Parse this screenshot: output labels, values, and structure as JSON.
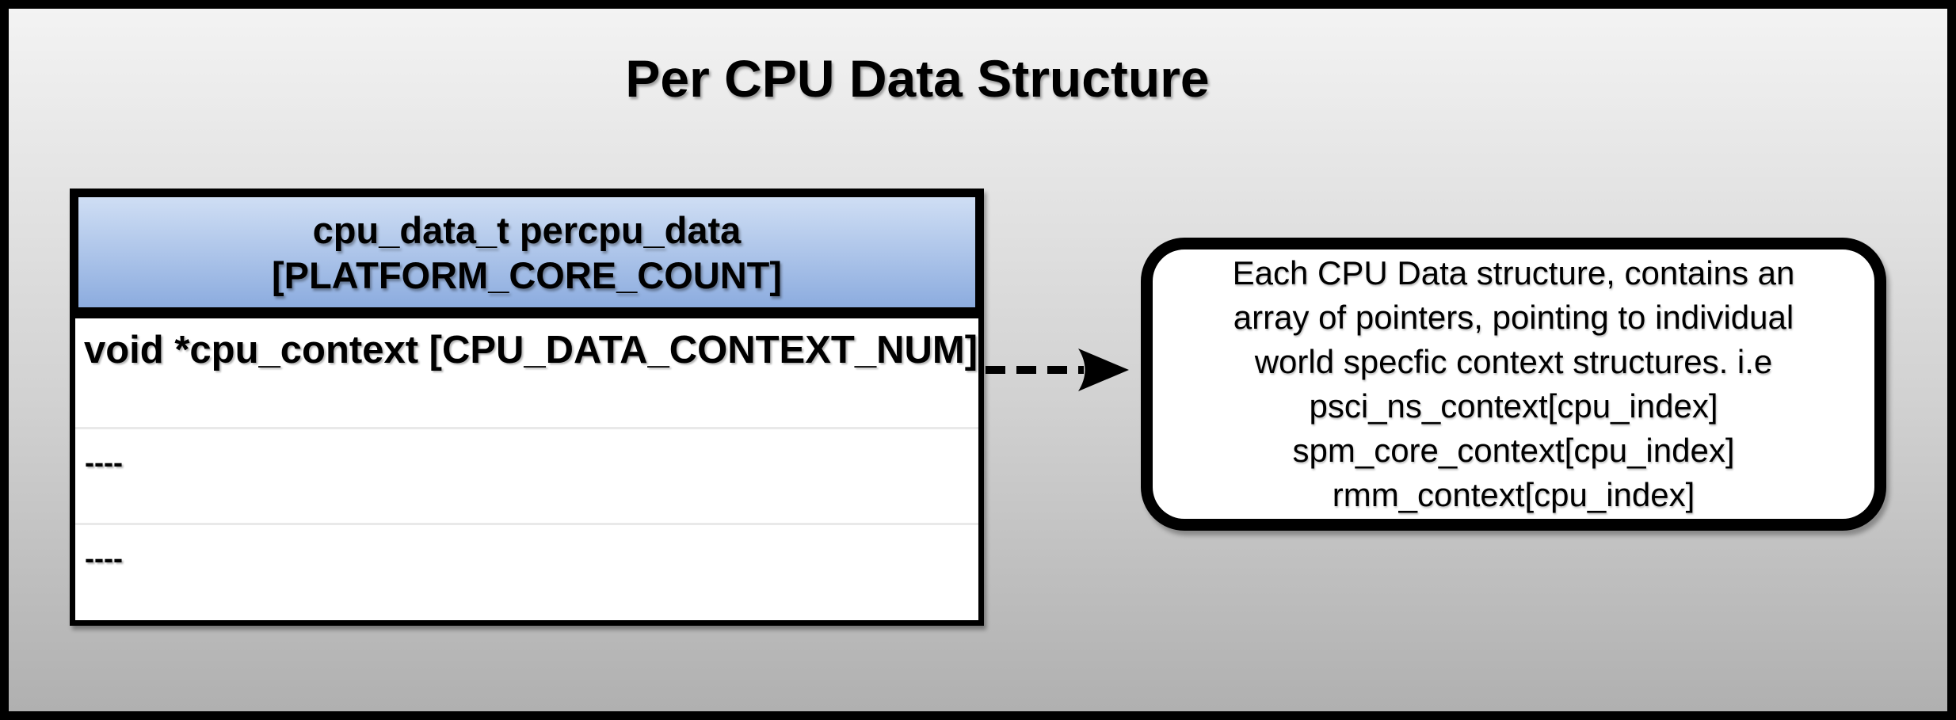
{
  "title": "Per CPU Data Structure",
  "table": {
    "header": {
      "line1": "cpu_data_t percpu_data",
      "line2": "[PLATFORM_CORE_COUNT]"
    },
    "rows": [
      {
        "text": "void *cpu_context [CPU_DATA_CONTEXT_NUM]"
      },
      {
        "text": "----"
      },
      {
        "text": "----"
      }
    ]
  },
  "arrow": {
    "style": "dashed",
    "direction": "right"
  },
  "note": {
    "lines": [
      "Each CPU Data structure, contains an",
      "array of pointers, pointing to individual",
      "world specfic context structures. i.e",
      "psci_ns_context[cpu_index]",
      "spm_core_context[cpu_index]",
      "rmm_context[cpu_index]"
    ]
  },
  "colors": {
    "bg_top": "#f3f3f3",
    "bg_bottom": "#b0b0b0",
    "header_grad_top": "#cfdef4",
    "header_grad_bottom": "#8cacdf",
    "frame_border": "#000000",
    "row_separator": "#e9e9e9",
    "note_bg": "#ffffff",
    "ink": "#000000"
  }
}
